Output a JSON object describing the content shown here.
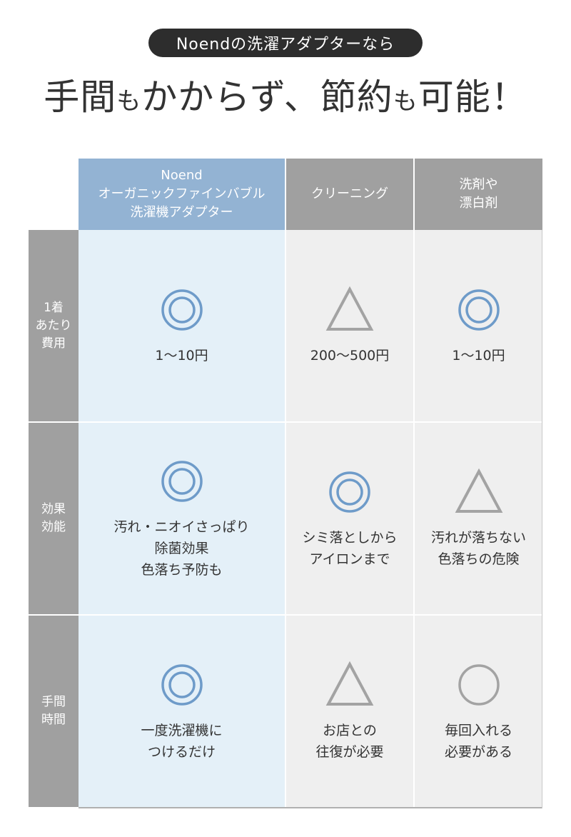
{
  "banner": {
    "pill_text": "Noendの洗濯アダプターなら",
    "title_parts": [
      "手間",
      "も",
      "かからず、節約",
      "も",
      "可能！"
    ]
  },
  "colors": {
    "pill_bg": "#2d2d2d",
    "header_blue": "#93b3d3",
    "header_gray": "#a0a0a0",
    "cell_blue": "#e4f0f8",
    "cell_gray": "#efefef",
    "mark_blue": "#6e9bc9",
    "mark_gray": "#a3a3a3"
  },
  "table": {
    "columns": [
      {
        "lines": [
          "Noend",
          "オーガニックファインバブル",
          "洗濯機アダプター"
        ]
      },
      {
        "lines": [
          "クリーニング"
        ]
      },
      {
        "lines": [
          "洗剤や",
          "漂白剤"
        ]
      }
    ],
    "rows": [
      {
        "label_lines": [
          "1着",
          "あたり",
          "費用"
        ],
        "cells": [
          {
            "mark": "double-circle",
            "lines": [
              "1〜10円"
            ]
          },
          {
            "mark": "triangle",
            "lines": [
              "200〜500円"
            ]
          },
          {
            "mark": "double-circle",
            "lines": [
              "1〜10円"
            ]
          }
        ]
      },
      {
        "label_lines": [
          "効果",
          "効能"
        ],
        "cells": [
          {
            "mark": "double-circle",
            "lines": [
              "汚れ・ニオイさっぱり",
              "除菌効果",
              "色落ち予防も"
            ]
          },
          {
            "mark": "double-circle",
            "lines": [
              "シミ落としから",
              "アイロンまで"
            ]
          },
          {
            "mark": "triangle",
            "lines": [
              "汚れが落ちない",
              "色落ちの危険"
            ]
          }
        ]
      },
      {
        "label_lines": [
          "手間",
          "時間"
        ],
        "cells": [
          {
            "mark": "double-circle",
            "lines": [
              "一度洗濯機に",
              "つけるだけ"
            ]
          },
          {
            "mark": "triangle",
            "lines": [
              "お店との",
              "往復が必要"
            ]
          },
          {
            "mark": "circle",
            "lines": [
              "毎回入れる",
              "必要がある"
            ]
          }
        ]
      }
    ]
  }
}
